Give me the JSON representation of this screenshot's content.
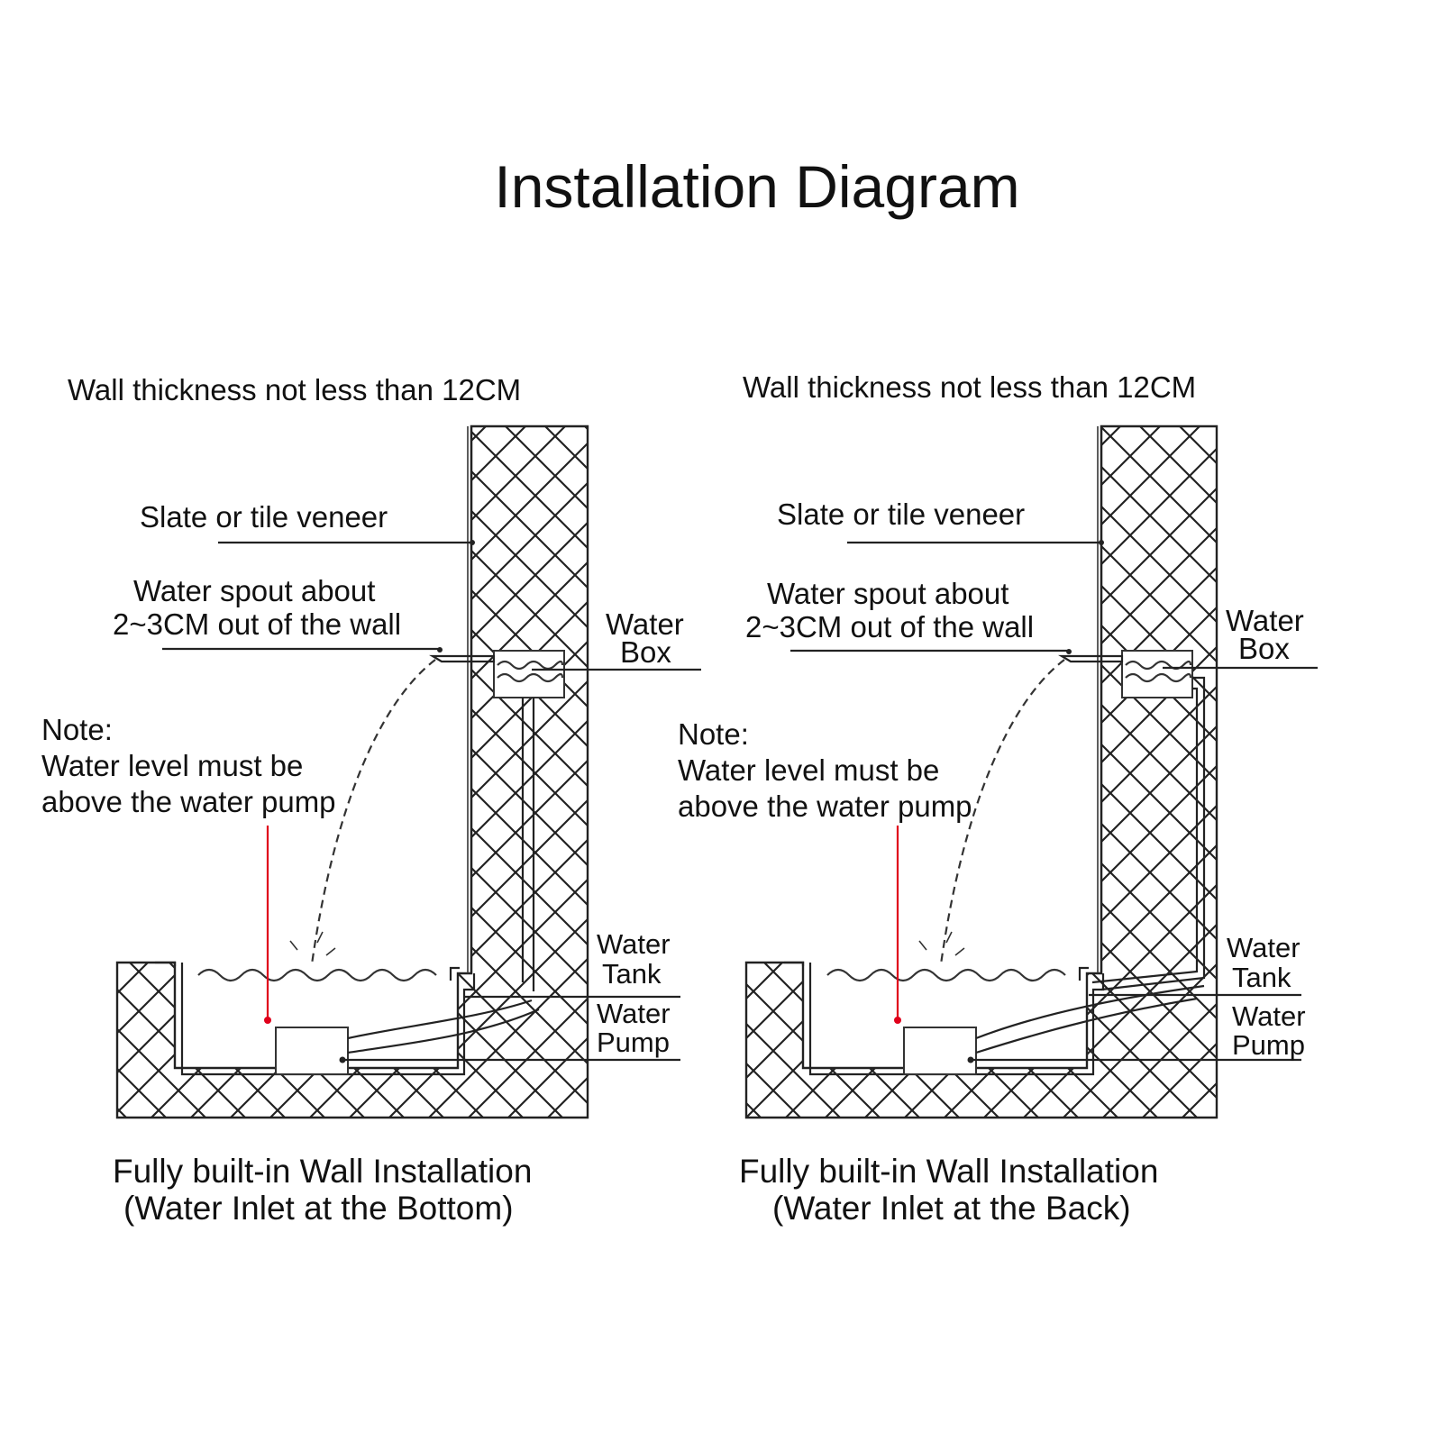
{
  "title": "Installation Diagram",
  "colors": {
    "ink": "#222222",
    "note_marker": "#e0001b",
    "background": "#ffffff"
  },
  "panels": [
    {
      "wall_thickness": "Wall thickness not less than 12CM",
      "veneer": "Slate or tile veneer",
      "spout_line1": "Water spout about",
      "spout_line2": "2~3CM out of the wall",
      "box_line1": "Water",
      "box_line2": "Box",
      "note_heading": "Note:",
      "note_line1": "Water level must be",
      "note_line2": "above the water pump",
      "tank_line1": "Water",
      "tank_line2": "Tank",
      "pump_line1": "Water",
      "pump_line2": "Pump",
      "caption_line1": "Fully built-in Wall Installation",
      "caption_line2": "(Water Inlet at the Bottom)"
    },
    {
      "wall_thickness": "Wall thickness not less than 12CM",
      "veneer": "Slate or tile veneer",
      "spout_line1": "Water spout about",
      "spout_line2": "2~3CM out of the wall",
      "box_line1": "Water",
      "box_line2": "Box",
      "note_heading": "Note:",
      "note_line1": "Water level must be",
      "note_line2": "above the water pump",
      "tank_line1": "Water",
      "tank_line2": "Tank",
      "pump_line1": "Water",
      "pump_line2": "Pump",
      "caption_line1": "Fully built-in Wall Installation",
      "caption_line2": "(Water Inlet at the Back)"
    }
  ]
}
